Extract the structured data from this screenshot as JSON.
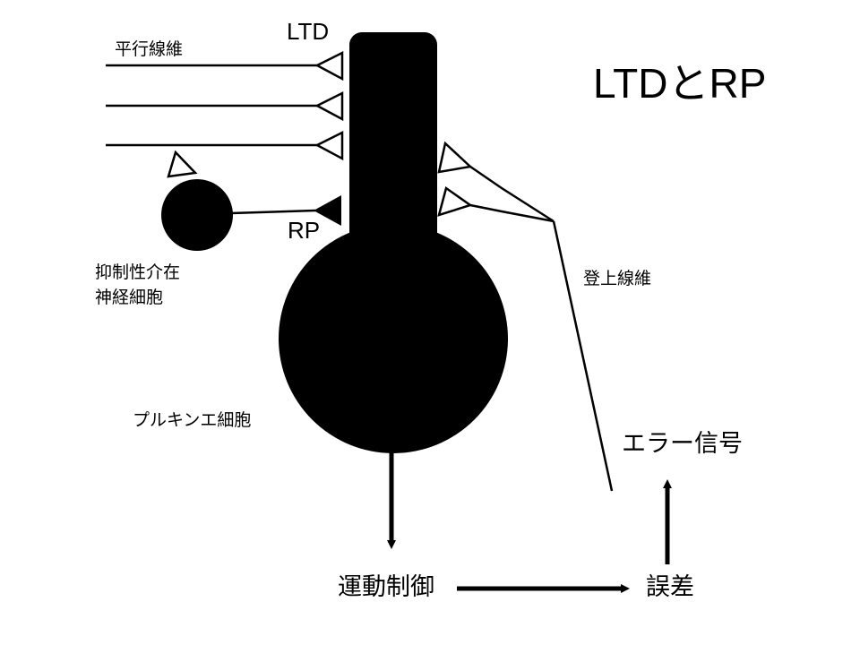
{
  "title": "LTDとRP",
  "labels": {
    "ltd": "LTD",
    "rp": "RP",
    "parallel_fiber": "平行線維",
    "inhibitory_interneuron_line1": "抑制性介在",
    "inhibitory_interneuron_line2": "神経細胞",
    "climbing_fiber": "登上線維",
    "purkinje_cell": "プルキンエ細胞",
    "error_signal": "エラー信号",
    "motor_control": "運動制御",
    "error": "誤差"
  },
  "colors": {
    "ink": "#000000",
    "background": "#ffffff"
  }
}
